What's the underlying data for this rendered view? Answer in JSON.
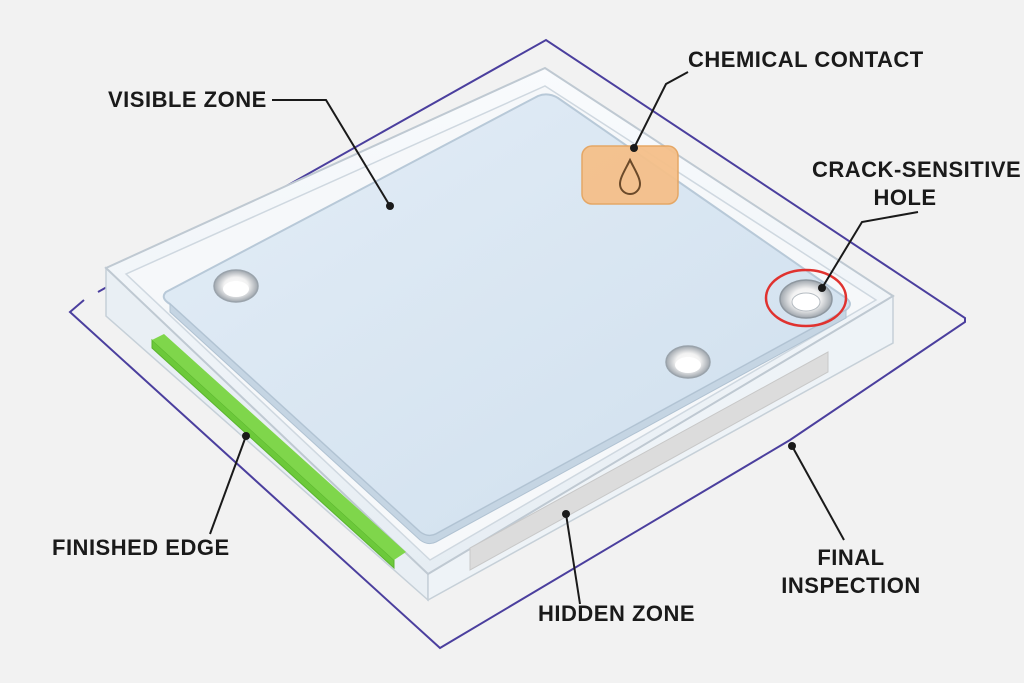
{
  "labels": {
    "visible_zone": "VISIBLE ZONE",
    "chemical_contact": "CHEMICAL CONTACT",
    "crack_sensitive_line1": "CRACK-SENSITIVE",
    "crack_sensitive_line2": "HOLE",
    "finished_edge": "FINISHED EDGE",
    "final_inspection_line1": "FINAL",
    "final_inspection_line2": "INSPECTION",
    "hidden_zone": "HIDDEN ZONE"
  },
  "icons": {
    "chemical_marker": "droplet-icon",
    "crack_marker": "red-circle-highlight"
  },
  "colors": {
    "background": "#f2f2f2",
    "inspection_outline": "#4b3f9e",
    "visible_zone_fill": "#dbe8f4",
    "chemical_patch": "#f5c08a",
    "crack_circle": "#e0322f",
    "finished_edge": "#6cc93a",
    "hidden_zone": "#dcdcdc"
  }
}
